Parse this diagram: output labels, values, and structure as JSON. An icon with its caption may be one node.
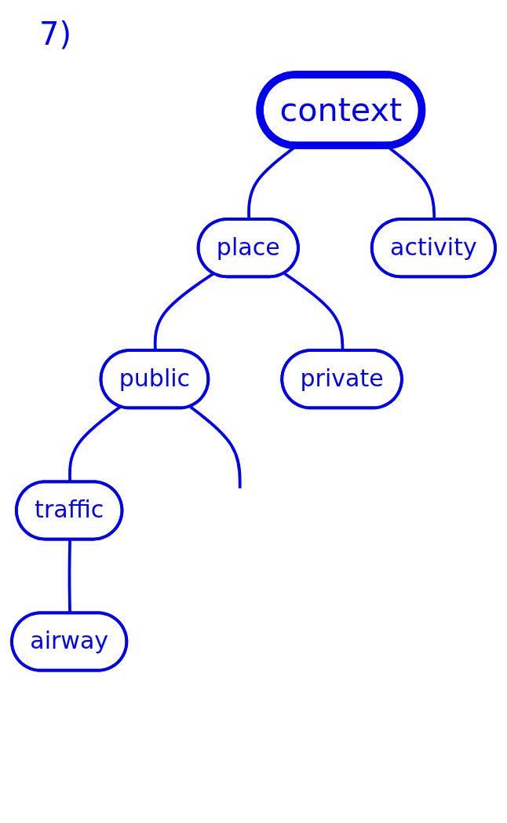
{
  "diagram": {
    "nodes": [
      {
        "text": [
          "context"
        ]
      },
      {
        "text": [
          "place"
        ]
      },
      {
        "text": [
          "activity"
        ]
      },
      {
        "text": [
          "public"
        ]
      },
      {
        "text": [
          "private"
        ]
      },
      {
        "text": [
          "traffic"
        ]
      },
      {
        "text": [
          "airway"
        ]
      }
    ],
    "edges": [
      {
        "from": 0,
        "to": 1,
        "arrow": "none"
      },
      {
        "from": 0,
        "to": 2,
        "arrow": "none"
      },
      {
        "from": 1,
        "to": 3,
        "arrow": "none"
      },
      {
        "from": 1,
        "to": 4,
        "arrow": "none"
      },
      {
        "from": 3,
        "to": 5,
        "arrow": "none"
      },
      {
        "from": 3,
        "to": null,
        "arrow": "none"
      },
      {
        "from": 5,
        "to": 6,
        "arrow": "none"
      }
    ],
    "labels": [
      "7)"
    ]
  }
}
